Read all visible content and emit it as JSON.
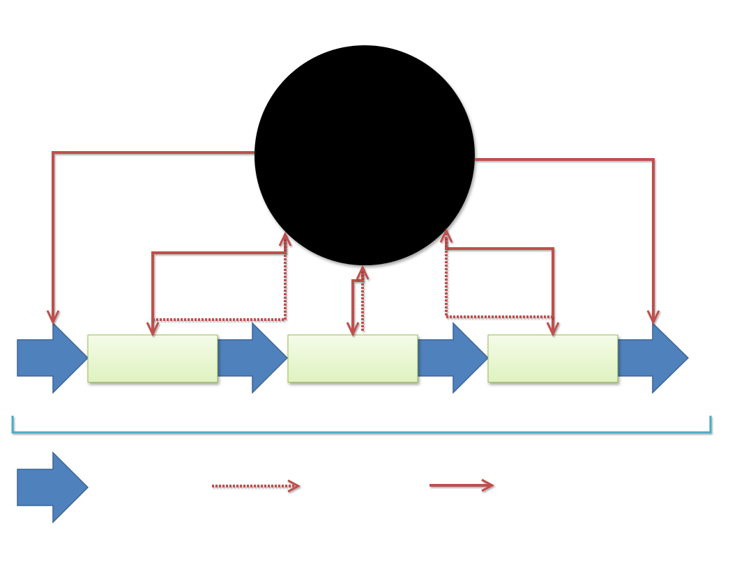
{
  "diagram": {
    "central_node": {
      "label": "",
      "shape": "circle",
      "color": "#000000"
    },
    "process_steps": [
      {
        "label": "",
        "color": "#eaf7d2"
      },
      {
        "label": "",
        "color": "#eaf7d2"
      },
      {
        "label": "",
        "color": "#eaf7d2"
      }
    ],
    "flow_arrow_color": "#4f81bd",
    "connector_color": "#c0504d",
    "brace_color": "#4bacc6",
    "brace_label": "",
    "legend": {
      "items": [
        {
          "symbol": "block-arrow",
          "label": ""
        },
        {
          "symbol": "dotted-arrow",
          "label": ""
        },
        {
          "symbol": "solid-arrow",
          "label": ""
        }
      ]
    }
  }
}
